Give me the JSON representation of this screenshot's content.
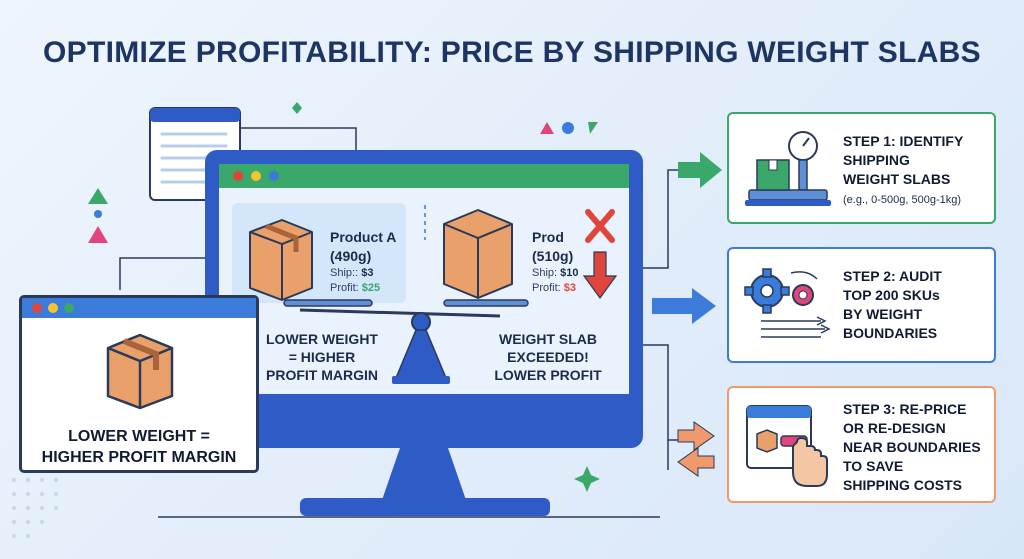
{
  "title": "OPTIMIZE PROFITABILITY: PRICE BY SHIPPING WEIGHT SLABS",
  "colors": {
    "navy": "#1d3563",
    "monitor_blue": "#2f5bc7",
    "green": "#3aa86b",
    "blue": "#3b7bd9",
    "orange": "#ee9a6c",
    "red": "#e0453c",
    "box": "#e9a06a"
  },
  "left_window": {
    "icon": "box-icon",
    "caption_line1": "LOWER WEIGHT =",
    "caption_line2": "HIGHER PROFIT MARGIN"
  },
  "monitor": {
    "product_a": {
      "name": "Product A",
      "weight": "(490g)",
      "ship_label": "Ship:",
      "ship_value": "$3",
      "profit_label": "Profit:",
      "profit_value": "$25"
    },
    "product_b": {
      "name": "Prod",
      "weight": "(510g)",
      "ship_label": "Ship:",
      "ship_value": "$10",
      "profit_label": "Profit:",
      "profit_value": "$3"
    },
    "left_caption": [
      "LOWER WEIGHT",
      "= HIGHER",
      "PROFIT MARGIN"
    ],
    "right_caption": [
      "WEIGHT SLAB",
      "EXCEEDED!",
      "LOWER PROFIT"
    ]
  },
  "steps": [
    {
      "lines": [
        "STEP 1: IDENTIFY",
        "SHIPPING",
        "WEIGHT SLABS"
      ],
      "note": "(e.g., 0-500g, 500g-1kg)",
      "icon": "weighing-scale-icon",
      "color": "#3aa86b"
    },
    {
      "lines": [
        "STEP 2: AUDIT",
        "TOP 200 SKUs",
        "BY WEIGHT",
        "BOUNDARIES"
      ],
      "icon": "gears-icon",
      "color": "#3b7bd9"
    },
    {
      "lines": [
        "STEP 3: RE-PRICE",
        "OR RE-DESIGN",
        "NEAR BOUNDARIES",
        "TO SAVE",
        "SHIPPING COSTS"
      ],
      "icon": "hand-click-icon",
      "color": "#ee9a6c"
    }
  ]
}
